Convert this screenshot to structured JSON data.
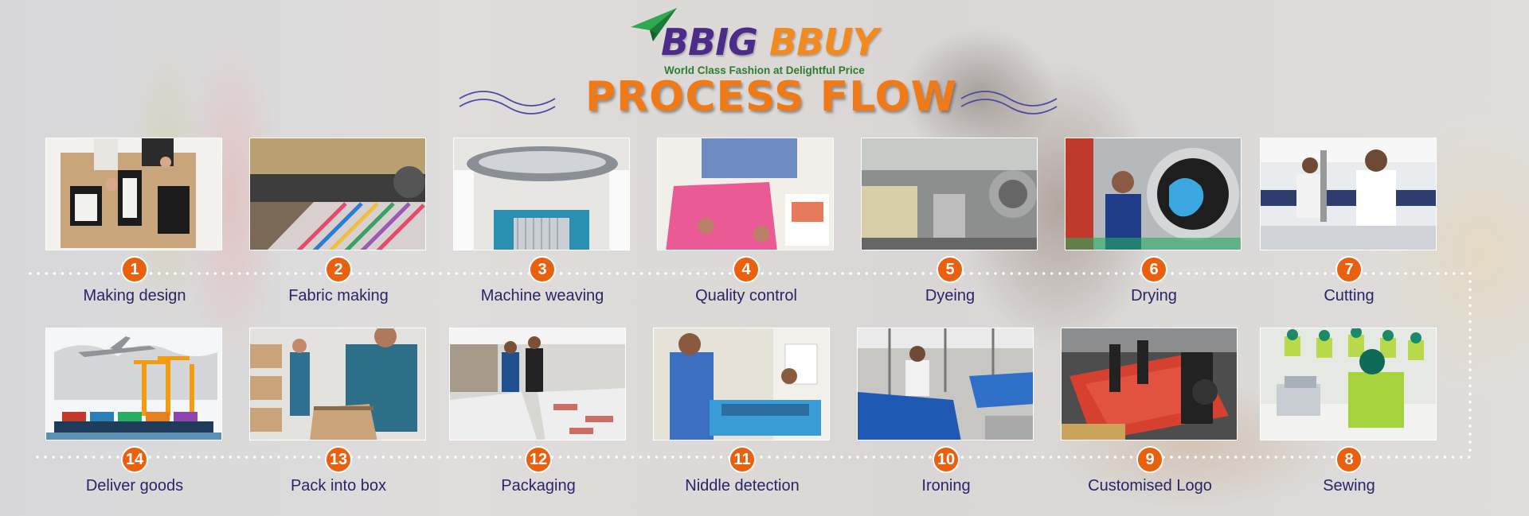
{
  "brand": {
    "name_part1": "BBIG ",
    "name_part2": "BBUY",
    "tagline": "World Class Fashion at Delightful Price",
    "logo_icon": "paper-plane-icon"
  },
  "title": "PROCESS FLOW",
  "colors": {
    "title_orange": "#f07a18",
    "brand_purple": "#4b2c8a",
    "brand_orange": "#f28a1f",
    "tagline_green": "#2e7d32",
    "badge_orange": "#e9600e",
    "label_navy": "#2b2466",
    "path_dots": "#ffffff"
  },
  "steps": [
    {
      "number": "1",
      "label": "Making design",
      "photo": "pattern-cutting-table-photo"
    },
    {
      "number": "2",
      "label": "Fabric making",
      "photo": "loom-fabric-photo"
    },
    {
      "number": "3",
      "label": "Machine weaving",
      "photo": "circular-knitting-machine-photo"
    },
    {
      "number": "4",
      "label": "Quality control",
      "photo": "garment-inspection-photo"
    },
    {
      "number": "5",
      "label": "Dyeing",
      "photo": "dyeing-machines-photo"
    },
    {
      "number": "6",
      "label": "Drying",
      "photo": "industrial-dryer-photo"
    },
    {
      "number": "7",
      "label": "Cutting",
      "photo": "cutting-floor-photo"
    },
    {
      "number": "8",
      "label": "Sewing",
      "photo": "sewing-line-photo"
    },
    {
      "number": "9",
      "label": "Customised Logo",
      "photo": "embroidery-machine-photo"
    },
    {
      "number": "10",
      "label": "Ironing",
      "photo": "ironing-tables-photo"
    },
    {
      "number": "11",
      "label": "Niddle detection",
      "photo": "needle-detector-photo"
    },
    {
      "number": "12",
      "label": "Packaging",
      "photo": "packaging-bags-photo"
    },
    {
      "number": "13",
      "label": "Pack into box",
      "photo": "box-packing-photo"
    },
    {
      "number": "14",
      "label": "Deliver goods",
      "photo": "cargo-ship-plane-photo"
    }
  ]
}
